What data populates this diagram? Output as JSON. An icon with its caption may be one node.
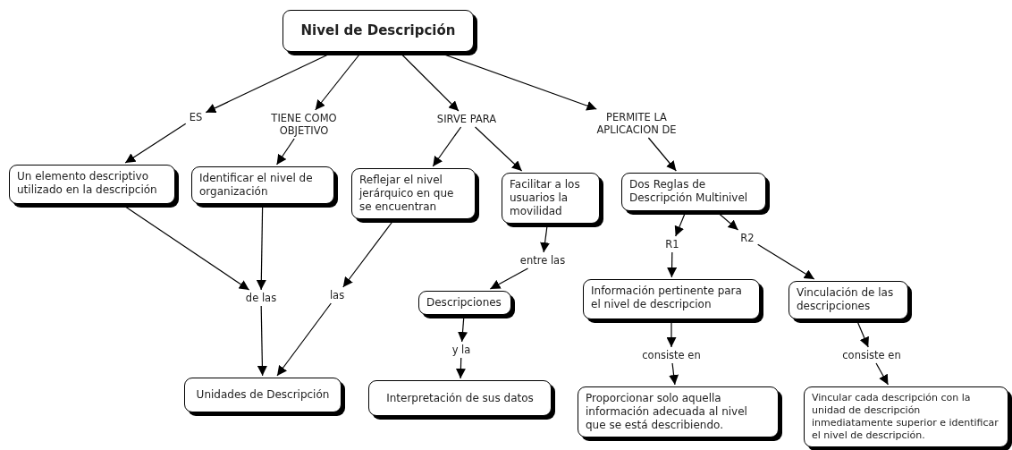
{
  "diagram": {
    "nodes": [
      {
        "text": [
          "Nivel de Descripción"
        ]
      },
      {
        "text": [
          "ES"
        ]
      },
      {
        "text": [
          "TIENE COMO OBJETIVO"
        ]
      },
      {
        "text": [
          "SIRVE PARA"
        ]
      },
      {
        "text": [
          "PERMITE LA APLICACION DE"
        ]
      },
      {
        "text": [
          "Un elemento descriptivo utilizado en la descripción"
        ]
      },
      {
        "text": [
          "Identificar el nivel de organización"
        ]
      },
      {
        "text": [
          "Reflejar el nivel jerárquico en que se encuentran"
        ]
      },
      {
        "text": [
          "Facilitar a los usuarios la movilidad"
        ]
      },
      {
        "text": [
          "Dos Reglas de Descripción Multinivel"
        ]
      },
      {
        "text": [
          "de las"
        ]
      },
      {
        "text": [
          "las"
        ]
      },
      {
        "text": [
          "entre las"
        ]
      },
      {
        "text": [
          "Descripciones"
        ]
      },
      {
        "text": [
          "y la"
        ]
      },
      {
        "text": [
          "Unidades de Descripción"
        ]
      },
      {
        "text": [
          "Interpretación de sus datos"
        ]
      },
      {
        "text": [
          "R1"
        ]
      },
      {
        "text": [
          "R2"
        ]
      },
      {
        "text": [
          "Información pertinente para el nivel de descripcion"
        ]
      },
      {
        "text": [
          "Vinculación de las descripciones"
        ]
      },
      {
        "text": [
          "consiste en"
        ]
      },
      {
        "text": [
          "consiste en"
        ]
      },
      {
        "text": [
          "Proporcionar solo aquella información adecuada al nivel que se está describiendo."
        ]
      },
      {
        "text": [
          "Vincular cada descripción con la unidad de descripción inmediatamente superior e identificar el nivel de descripción."
        ]
      }
    ],
    "edges": [
      {
        "from": 0,
        "to": 1,
        "arrow": "to"
      },
      {
        "from": 0,
        "to": 2,
        "arrow": "to"
      },
      {
        "from": 0,
        "to": 3,
        "arrow": "to"
      },
      {
        "from": 0,
        "to": 4,
        "arrow": "to"
      },
      {
        "from": 1,
        "to": 5,
        "arrow": "to"
      },
      {
        "from": 2,
        "to": 6,
        "arrow": "to"
      },
      {
        "from": 3,
        "to": 7,
        "arrow": "to"
      },
      {
        "from": 3,
        "to": 8,
        "arrow": "to"
      },
      {
        "from": 4,
        "to": 9,
        "arrow": "to"
      },
      {
        "from": 5,
        "to": 10,
        "arrow": "to"
      },
      {
        "from": 6,
        "to": 10,
        "arrow": "to"
      },
      {
        "from": 7,
        "to": 11,
        "arrow": "to"
      },
      {
        "from": 10,
        "to": 15,
        "arrow": "to"
      },
      {
        "from": 11,
        "to": 15,
        "arrow": "to"
      },
      {
        "from": 8,
        "to": 12,
        "arrow": "to"
      },
      {
        "from": 12,
        "to": 13,
        "arrow": "to"
      },
      {
        "from": 13,
        "to": 14,
        "arrow": "to"
      },
      {
        "from": 14,
        "to": 16,
        "arrow": "to"
      },
      {
        "from": 9,
        "to": 17,
        "arrow": "to"
      },
      {
        "from": 9,
        "to": 18,
        "arrow": "to"
      },
      {
        "from": 17,
        "to": 19,
        "arrow": "to"
      },
      {
        "from": 18,
        "to": 20,
        "arrow": "to"
      },
      {
        "from": 19,
        "to": 21,
        "arrow": "to"
      },
      {
        "from": 21,
        "to": 23,
        "arrow": "to"
      },
      {
        "from": 20,
        "to": 22,
        "arrow": "to"
      },
      {
        "from": 22,
        "to": 24,
        "arrow": "to"
      }
    ]
  }
}
